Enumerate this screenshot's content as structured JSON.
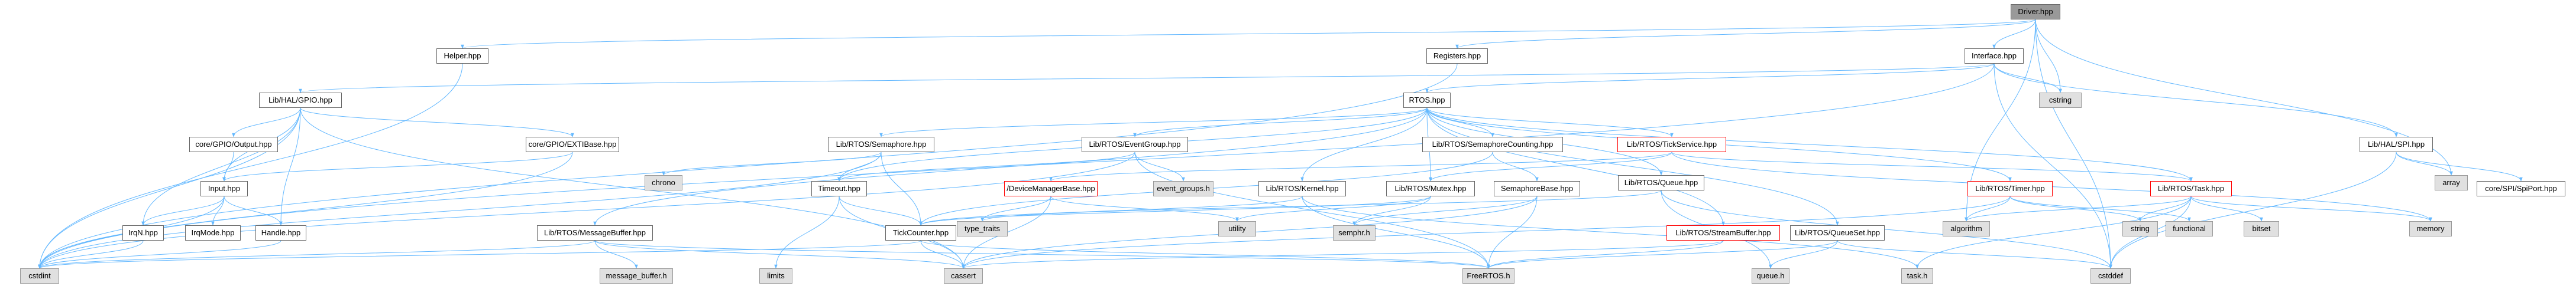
{
  "nodes": {
    "driver": "Driver.hpp",
    "helper": "Helper.hpp",
    "registers": "Registers.hpp",
    "interface": "Interface.hpp",
    "cstring": "cstring",
    "hal_gpio": "Lib/HAL/GPIO.hpp",
    "rtos": "RTOS.hpp",
    "hal_spi": "Lib/HAL/SPI.hpp",
    "gpio_output": "core/GPIO/Output.hpp",
    "gpio_exti": "core/GPIO/EXTIBase.hpp",
    "rtos_semaphore": "Lib/RTOS/Semaphore.hpp",
    "rtos_eventgroup": "Lib/RTOS/EventGroup.hpp",
    "rtos_semcounting": "Lib/RTOS/SemaphoreCounting.hpp",
    "rtos_tickservice": "Lib/RTOS/TickService.hpp",
    "array": "array",
    "spiport": "core/SPI/SpiPort.hpp",
    "input": "Input.hpp",
    "chrono": "chrono",
    "timeout": "Timeout.hpp",
    "devmanager": "/DeviceManagerBase.hpp",
    "event_groups": "event_groups.h",
    "rtos_kernel": "Lib/RTOS/Kernel.hpp",
    "rtos_mutex": "Lib/RTOS/Mutex.hpp",
    "semaphorebase": "SemaphoreBase.hpp",
    "rtos_queue": "Lib/RTOS/Queue.hpp",
    "rtos_timer": "Lib/RTOS/Timer.hpp",
    "rtos_task": "Lib/RTOS/Task.hpp",
    "irqn": "IrqN.hpp",
    "irqmode": "IrqMode.hpp",
    "handle": "Handle.hpp",
    "msgbuffer": "Lib/RTOS/MessageBuffer.hpp",
    "type_traits": "type_traits",
    "utility": "utility",
    "tickcounter": "TickCounter.hpp",
    "semphr": "semphr.h",
    "streambuffer": "Lib/RTOS/StreamBuffer.hpp",
    "queueset": "Lib/RTOS/QueueSet.hpp",
    "algorithm": "algorithm",
    "string": "string",
    "functional": "functional",
    "bitset": "bitset",
    "memory": "memory",
    "cstdint": "cstdint",
    "message_buffer": "message_buffer.h",
    "limits": "limits",
    "cassert": "cassert",
    "freertos": "FreeRTOS.h",
    "queue_h": "queue.h",
    "task_h": "task.h",
    "cstddef": "cstddef"
  }
}
